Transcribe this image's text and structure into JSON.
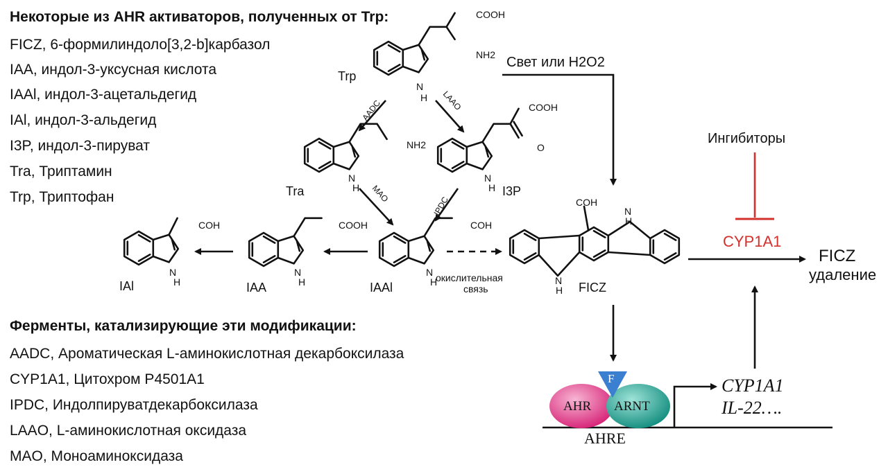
{
  "activators": {
    "title": "Некоторые из AHR активаторов, полученных от Trp:",
    "items": [
      "FICZ, 6-формилиндоло[3,2-b]карбазол",
      "IAA,  индол-3-уксусная кислота",
      "IAAl, индол-3-ацетальдегид",
      "IAl,  индол-3-альдегид",
      "I3P,  индол-3-пируват",
      "Tra, Триптамин",
      "Trp, Триптофан"
    ]
  },
  "enzymes": {
    "title": "Ферменты, катализирующие эти модификации:",
    "items": [
      "AADC, Ароматическая L-аминокислотная декарбоксилаза",
      "CYP1A1, Цитохром P4501A1",
      "IPDC, Индолпируватдекарбоксилаза",
      "LAAO, L-аминокислотная оксидаза",
      "MAO,  Моноаминоксидаза"
    ]
  },
  "diagram": {
    "molecules": {
      "trp": "Trp",
      "tra": "Tra",
      "i3p": "I3P",
      "iaal": "IAAl",
      "iaa": "IAA",
      "ial": "IAl",
      "ficz": "FICZ"
    },
    "groups": {
      "cooh": "COOH",
      "nh2": "NH2",
      "coh": "COH",
      "o": "O",
      "nh": "NH",
      "h": "H",
      "n": "N"
    },
    "enzymes": {
      "aadc": "AADC",
      "laao": "LAAO",
      "mao": "MAO",
      "ipdc": "IPDC"
    },
    "light": "Свет или H2O2",
    "oxidative_1": "окислительная",
    "oxidative_2": "связь",
    "inhibitors": "Ингибиторы",
    "cyp1a1": "CYP1A1",
    "ficz_out_1": "FICZ",
    "ficz_out_2": "удаление",
    "ahr": "AHR",
    "arnt": "ARNT",
    "f": "F",
    "ahre": "AHRE",
    "gene1": "CYP1A1",
    "gene2": "IL-22…."
  },
  "colors": {
    "inhibition": "#d3302c",
    "ahr": "#e24a92",
    "arnt": "#1fa394",
    "ligand": "#3a7fd0"
  }
}
